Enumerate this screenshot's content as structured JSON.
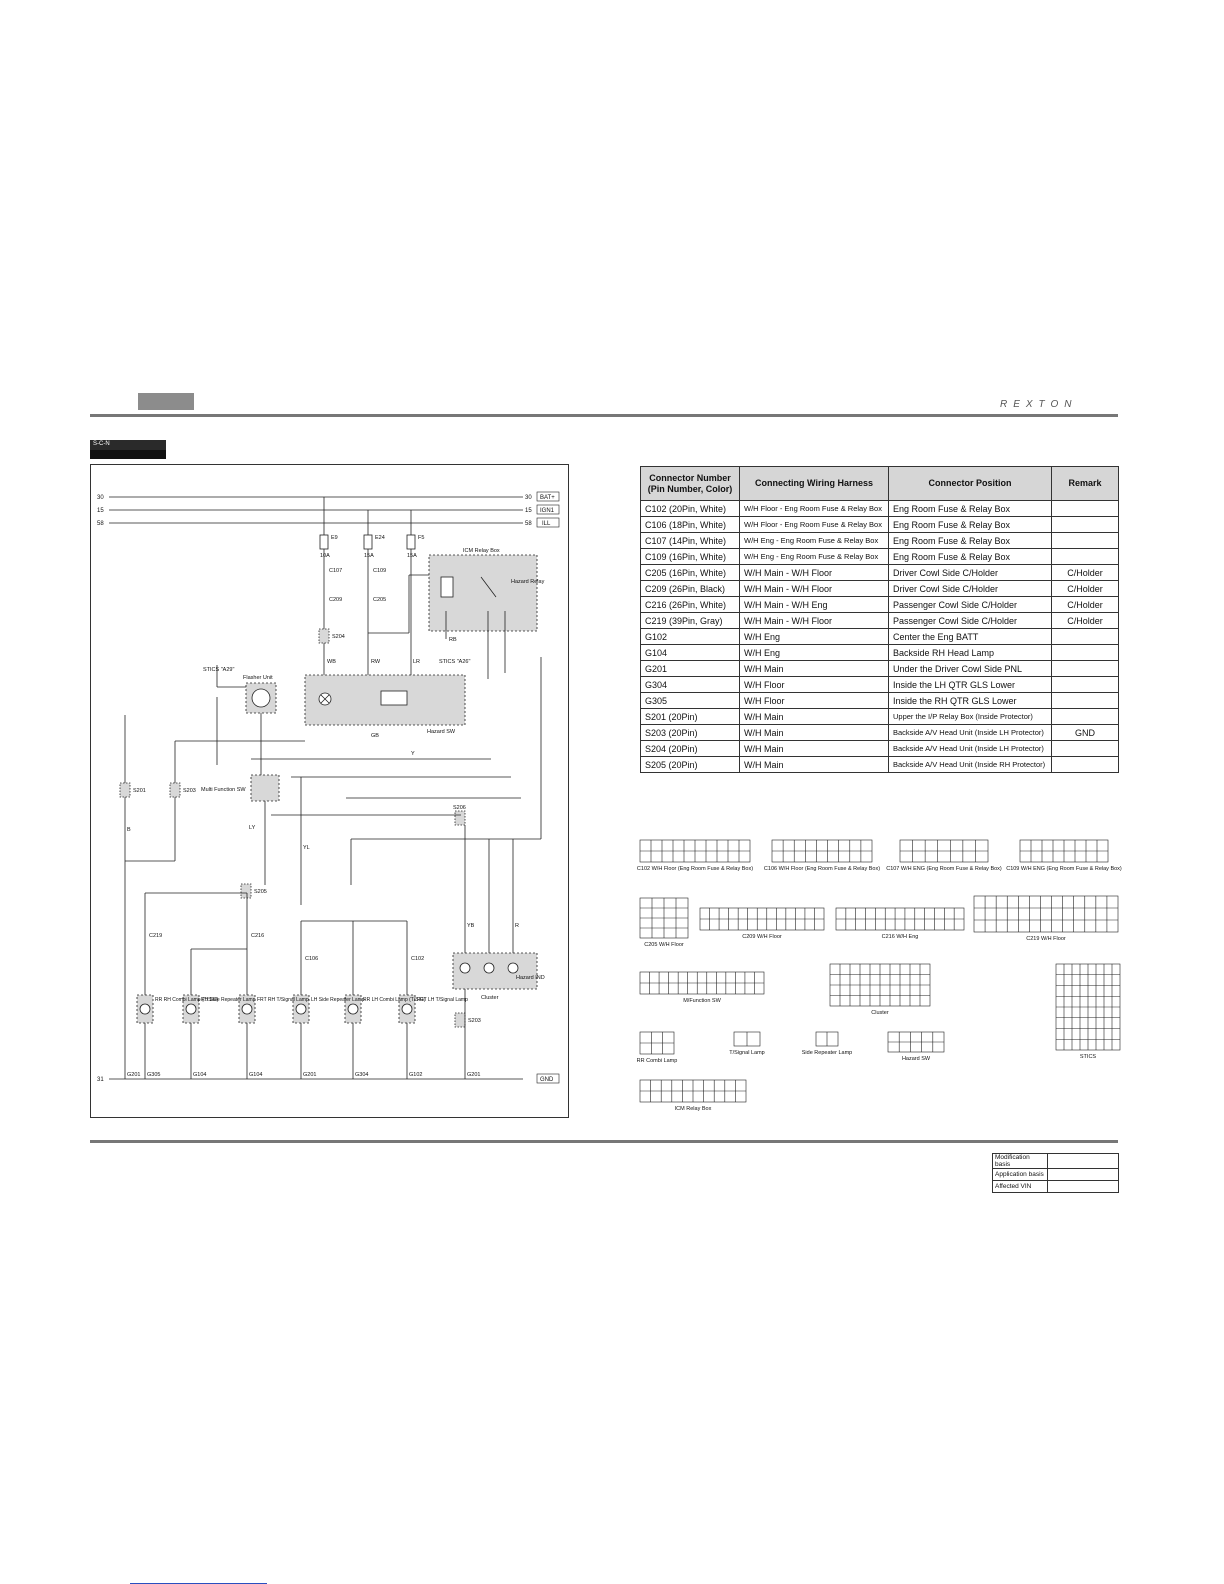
{
  "header": {
    "brand": "REXTON"
  },
  "section_label": "S-C-N",
  "diagram": {
    "rails": [
      {
        "left": "30",
        "right": "30",
        "tag": "BAT+"
      },
      {
        "left": "15",
        "right": "15",
        "tag": "IGN1"
      },
      {
        "left": "58",
        "right": "58",
        "tag": "ILL"
      }
    ],
    "fuses": [
      {
        "name": "E9",
        "rating": "10A"
      },
      {
        "name": "E24",
        "rating": "15A"
      },
      {
        "name": "F5",
        "rating": "15A"
      }
    ],
    "ground_rail": {
      "left": "31",
      "tag": "GND"
    },
    "labels": {
      "icm_relay_box": "ICM Relay Box",
      "hazard_relay": "Hazard Relay",
      "flasher_unit": "Flasher Unit",
      "hazard_sw": "Hazard SW",
      "multi_function_sw": "Multi Function SW",
      "stics_a29": "STICS \"A29\"",
      "stics_a26": "STICS \"A26\"",
      "cluster": "Cluster",
      "hazard_ind": "Hazard IND",
      "c107": "C107",
      "c109": "C109",
      "c209": "C209",
      "c205": "C205",
      "c219": "C219",
      "c216": "C216",
      "c106": "C106",
      "c102": "C102",
      "s201": "S201",
      "s203": "S203",
      "s204": "S204",
      "s205": "S205",
      "s206": "S206"
    },
    "lamps": [
      {
        "name": "RR RH Combi Lamp (T/SIG)"
      },
      {
        "name": "RH Side Repeater Lamp"
      },
      {
        "name": "FRT RH T/Signal Lamp"
      },
      {
        "name": "LH Side Repeater Lamp"
      },
      {
        "name": "RR LH Combi Lamp (T/SIG)"
      },
      {
        "name": "FRT LH T/Signal Lamp"
      }
    ],
    "grounds": [
      "G201",
      "G305",
      "G104",
      "G104",
      "G201",
      "G304",
      "G102",
      "G201"
    ],
    "wire_colors": [
      "WB",
      "RW",
      "LR",
      "YL",
      "LY",
      "Y",
      "B",
      "GB",
      "YB",
      "R",
      "RB"
    ]
  },
  "connector_table": {
    "headers": [
      "Connector Number (Pin Number, Color)",
      "Connecting Wiring Harness",
      "Connector Position",
      "Remark"
    ],
    "rows": [
      [
        "C102 (20Pin, White)",
        "W/H Floor - Eng Room Fuse & Relay Box",
        "Eng Room Fuse & Relay Box",
        ""
      ],
      [
        "C106 (18Pin, White)",
        "W/H Floor - Eng Room Fuse & Relay Box",
        "Eng Room Fuse & Relay Box",
        ""
      ],
      [
        "C107 (14Pin, White)",
        "W/H Eng - Eng Room Fuse & Relay Box",
        "Eng Room Fuse & Relay Box",
        ""
      ],
      [
        "C109 (16Pin, White)",
        "W/H Eng - Eng Room Fuse & Relay Box",
        "Eng Room Fuse & Relay Box",
        ""
      ],
      [
        "C205 (16Pin, White)",
        "W/H Main - W/H Floor",
        "Driver Cowl Side C/Holder",
        "C/Holder"
      ],
      [
        "C209 (26Pin, Black)",
        "W/H Main - W/H Floor",
        "Driver Cowl Side C/Holder",
        "C/Holder"
      ],
      [
        "C216 (26Pin, White)",
        "W/H Main - W/H Eng",
        "Passenger Cowl Side C/Holder",
        "C/Holder"
      ],
      [
        "C219 (39Pin, Gray)",
        "W/H Main - W/H Floor",
        "Passenger Cowl Side C/Holder",
        "C/Holder"
      ],
      [
        "G102",
        "W/H Eng",
        "Center the Eng BATT",
        ""
      ],
      [
        "G104",
        "W/H Eng",
        "Backside RH Head Lamp",
        ""
      ],
      [
        "G201",
        "W/H Main",
        "Under the Driver Cowl Side PNL",
        ""
      ],
      [
        "G304",
        "W/H Floor",
        "Inside the LH QTR GLS Lower",
        ""
      ],
      [
        "G305",
        "W/H Floor",
        "Inside the RH QTR GLS Lower",
        ""
      ],
      [
        "S201 (20Pin)",
        "W/H Main",
        "Upper the I/P Relay Box (Inside Protector)",
        ""
      ],
      [
        "S203 (20Pin)",
        "W/H Main",
        "Backside A/V Head Unit (Inside LH Protector)",
        "GND"
      ],
      [
        "S204 (20Pin)",
        "W/H Main",
        "Backside A/V Head Unit (Inside LH Protector)",
        ""
      ],
      [
        "S205 (20Pin)",
        "W/H Main",
        "Backside A/V Head Unit (Inside RH Protector)",
        ""
      ]
    ]
  },
  "connector_views": [
    {
      "id": "C102",
      "caption": "C102 W/H Floor (Eng Room Fuse & Relay Box)"
    },
    {
      "id": "C106",
      "caption": "C106 W/H Floor (Eng Room Fuse & Relay Box)"
    },
    {
      "id": "C107",
      "caption": "C107 W/H ENG (Eng Room Fuse & Relay Box)"
    },
    {
      "id": "C109",
      "caption": "C109 W/H ENG (Eng Room Fuse & Relay Box)"
    },
    {
      "id": "C205",
      "caption": "C205 W/H Floor"
    },
    {
      "id": "C209",
      "caption": "C209 W/H Floor"
    },
    {
      "id": "C216",
      "caption": "C216 W/H Eng"
    },
    {
      "id": "C219",
      "caption": "C219 W/H Floor"
    },
    {
      "id": "MFSW",
      "caption": "M/Function SW"
    },
    {
      "id": "Cluster",
      "caption": "Cluster"
    },
    {
      "id": "STICS",
      "caption": "STICS"
    },
    {
      "id": "RRCombi",
      "caption": "RR Combi Lamp"
    },
    {
      "id": "TSig",
      "caption": "T/Signal Lamp"
    },
    {
      "id": "SideRep",
      "caption": "Side Repeater Lamp"
    },
    {
      "id": "HazSW",
      "caption": "Hazard SW"
    },
    {
      "id": "ICM",
      "caption": "ICM Relay Box"
    }
  ],
  "modification_table": [
    {
      "label": "Modification basis",
      "value": ""
    },
    {
      "label": "Application basis",
      "value": ""
    },
    {
      "label": "Affected VIN",
      "value": ""
    }
  ]
}
